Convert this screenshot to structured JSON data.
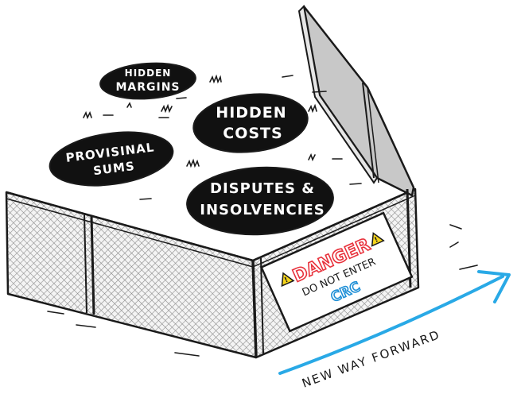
{
  "holes": [
    {
      "id": "hidden-margins",
      "lines": [
        "HIDDEN",
        "MARGINS"
      ]
    },
    {
      "id": "hidden-costs",
      "lines": [
        "HIDDEN",
        "COSTS"
      ]
    },
    {
      "id": "provisional-sums",
      "lines": [
        "PROVISINAL",
        "SUMS"
      ]
    },
    {
      "id": "disputes-insolvencies",
      "lines": [
        "DISPUTES &",
        "INSOLVENCIES"
      ]
    }
  ],
  "sign": {
    "title": "DANGER",
    "subtitle": "DO NOT ENTER",
    "logo_text": "CRC"
  },
  "arrow": {
    "label": "NEW WAY FORWARD"
  },
  "colors": {
    "ink": "#1a1a1a",
    "hole": "#111111",
    "fence_mesh": "#8c8c8c",
    "gate": "#c8c8c8",
    "danger_red": "#e8323c",
    "warning_yellow": "#f5d51c",
    "arrow_blue": "#29a9e6",
    "logo_blue": "#1e8fd6"
  },
  "icons": [
    "warning-triangle-icon",
    "crc-logo-icon"
  ]
}
